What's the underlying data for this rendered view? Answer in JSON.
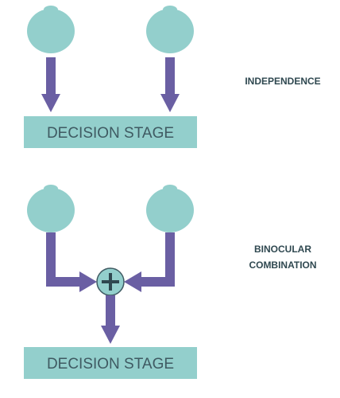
{
  "diagram": {
    "top_panel": {
      "side_label": "INDEPENDENCE",
      "box_label": "DECISION STAGE"
    },
    "bottom_panel": {
      "side_label_line1": "BINOCULAR",
      "side_label_line2": "COMBINATION",
      "box_label": "DECISION STAGE",
      "combiner_symbol": "+"
    }
  },
  "colors": {
    "eye_fill": "#93cfcc",
    "box_fill": "#93cfcc",
    "arrow": "#6a5fa3",
    "text": "#3f5a62"
  },
  "icons": {
    "eye": "eye-shape-icon",
    "combiner": "plus-circle-icon"
  }
}
